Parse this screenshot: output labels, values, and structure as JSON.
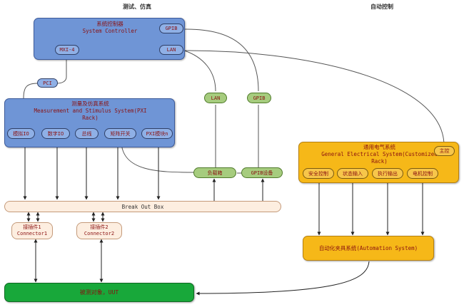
{
  "headers": {
    "left": "测试、仿真",
    "right": "自动控制"
  },
  "system_controller": {
    "title": "系统控制器\nSystem Controller",
    "ports": {
      "gpib": "GPIB",
      "lan": "LAN",
      "mxi": "MXI-4"
    }
  },
  "pci_label": "PCI",
  "lan_label": "LAN",
  "gpib_label": "GPIB",
  "pxi": {
    "title": "测量及仿真系统\nMeasurement and Stimulus System(PXI\nRack)",
    "modules": [
      "模拟IO",
      "数字IO",
      "总线",
      "矩阵开关",
      "PXI模块n"
    ]
  },
  "load_box": "负载箱",
  "gpib_device": "GPIB设备",
  "break_out_box": "Break Out Box",
  "connectors": [
    {
      "cn": "接插件1",
      "en": "Connector1"
    },
    {
      "cn": "接插件2",
      "en": "Connector2"
    }
  ],
  "uut": "被测对象，UUT",
  "electrical": {
    "title": "通用电气系统\nGeneral Electrical System(Customized\nRack)",
    "main_control": "主控",
    "modules": [
      "安全控制",
      "状态输入",
      "执行输出",
      "电机控制"
    ]
  },
  "automation": "自动化夹具系统(Automation System)",
  "colors": {
    "blue_block": "#6f95d6",
    "orange_block": "#f6b818",
    "green_uut": "#18a83a",
    "green_pill": "#a6cc7e",
    "breakout_fill": "#fdeee0"
  }
}
